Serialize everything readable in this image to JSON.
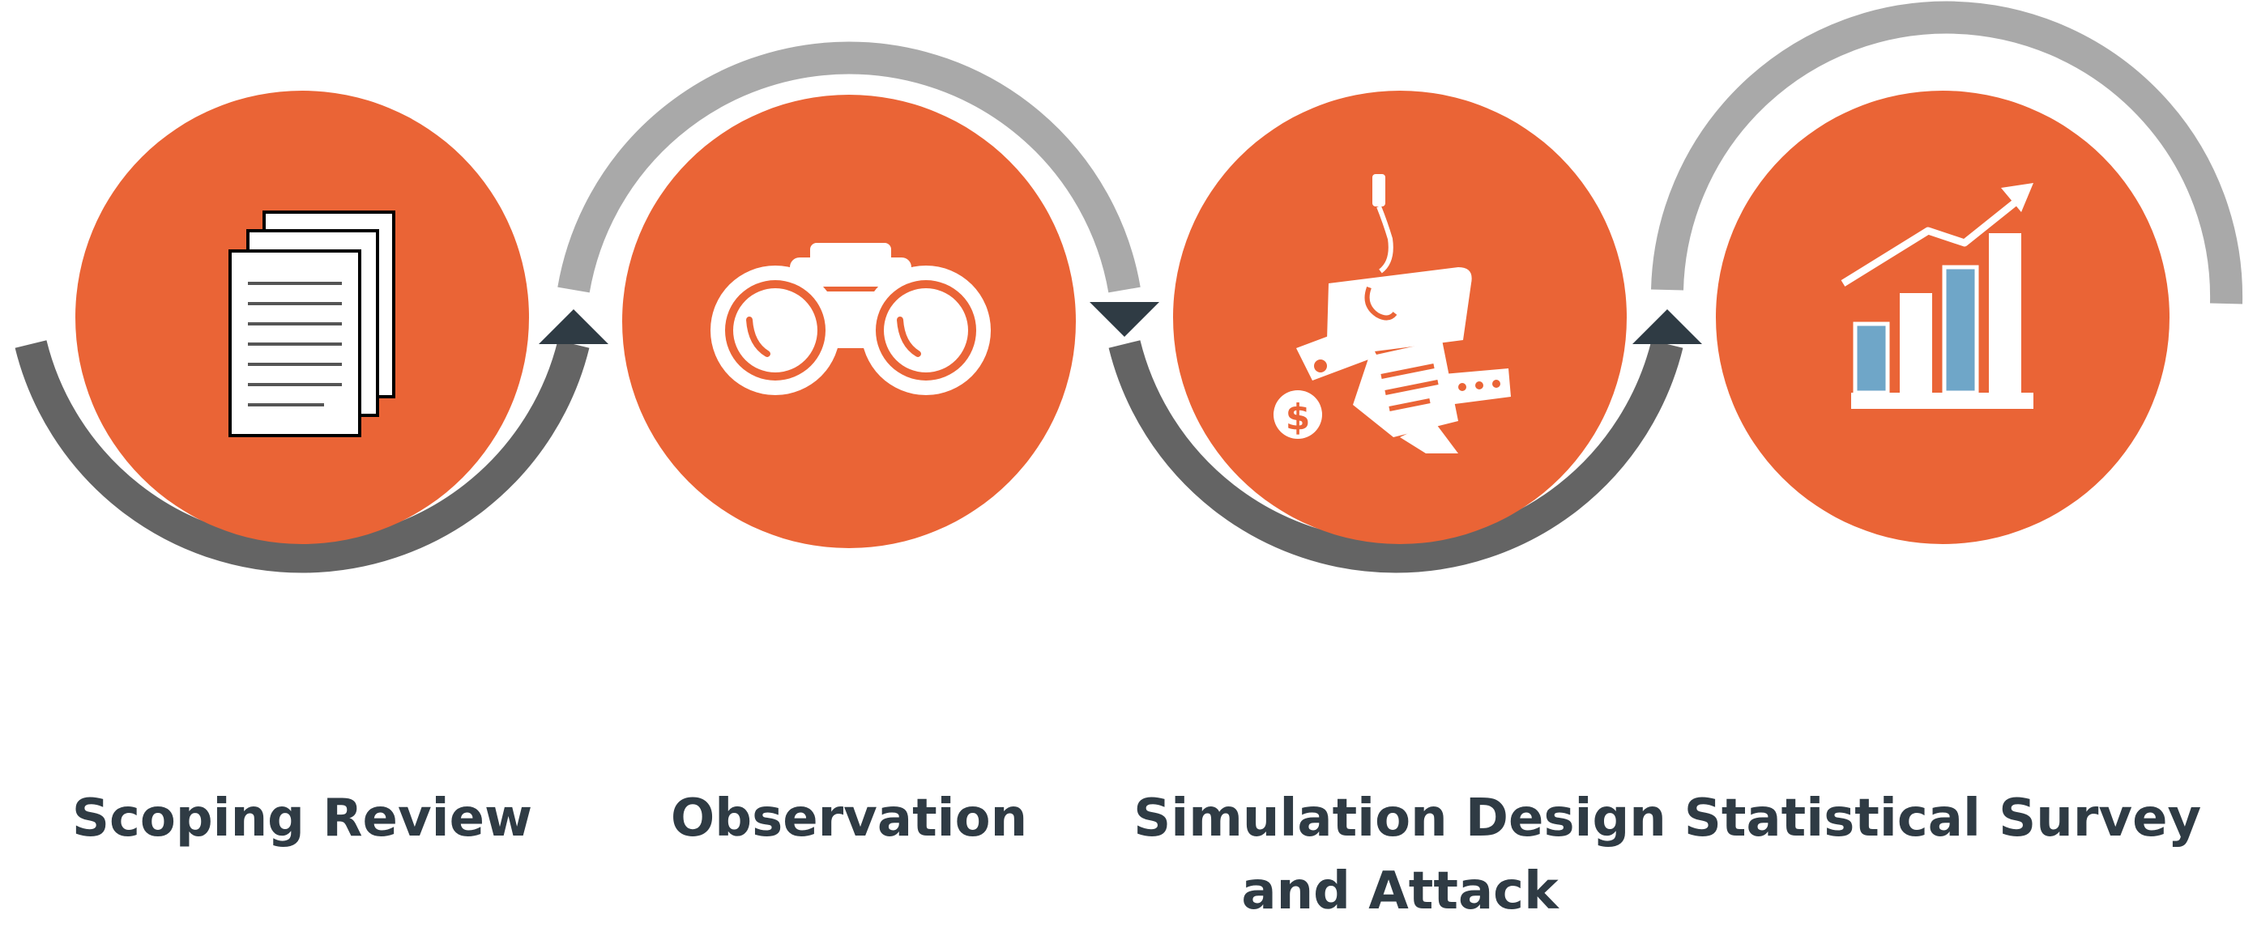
{
  "diagram": {
    "colors": {
      "circle": "#ea6436",
      "arc_dark": "#646464",
      "arc_light": "#a9a9a9",
      "arrow": "#2f3b44",
      "text": "#2f3b44",
      "icon_white": "#ffffff",
      "bar_blue": "#6fa6c8"
    },
    "steps": [
      {
        "icon": "documents-icon",
        "line1": "Scoping Review",
        "line2": ""
      },
      {
        "icon": "binoculars-icon",
        "line1": "Observation",
        "line2": ""
      },
      {
        "icon": "phishing-icon",
        "line1": "Simulation Design",
        "line2": "and Attack"
      },
      {
        "icon": "growth-chart-icon",
        "line1": "Statistical Survey",
        "line2": ""
      }
    ]
  }
}
